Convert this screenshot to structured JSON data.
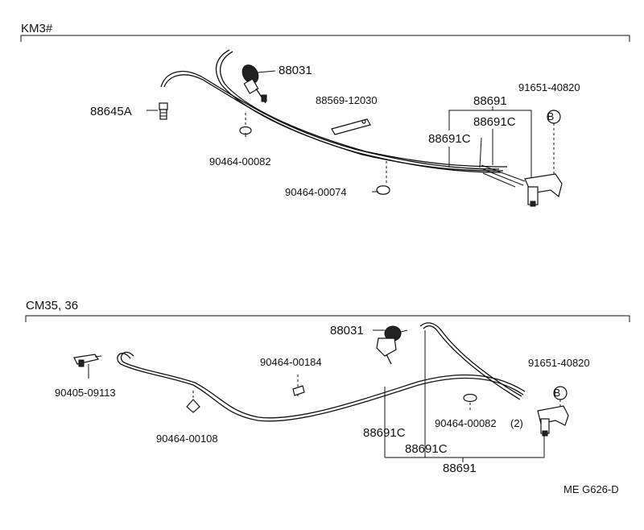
{
  "sections": {
    "top": {
      "heading": "KM3#",
      "labels": {
        "p88031": "88031",
        "p88645A": "88645A",
        "p88569": "88569-12030",
        "p88691": "88691",
        "p88691C_a": "88691C",
        "p88691C_b": "88691C",
        "p91651": "91651-40820",
        "p90464_82": "90464-00082",
        "p90464_74": "90464-00074",
        "callout": "B"
      }
    },
    "bottom": {
      "heading": "CM35, 36",
      "labels": {
        "p88031": "88031",
        "p90464_184": "90464-00184",
        "p90405": "90405-09113",
        "p90464_108": "90464-00108",
        "p90464_82": "90464-00082",
        "qty": "(2)",
        "p91651": "91651-40820",
        "p88691C_a": "88691C",
        "p88691C_b": "88691C",
        "p88691": "88691",
        "callout": "B"
      }
    }
  },
  "footer": {
    "code": "ME  G626-D"
  }
}
